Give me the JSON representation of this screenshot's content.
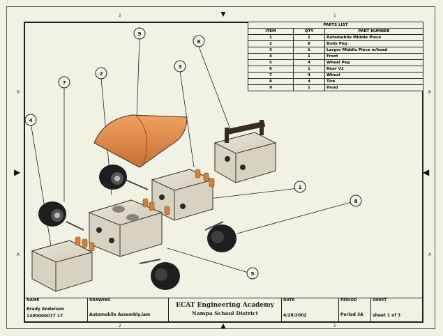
{
  "sheet": {
    "top_zones": [
      "2",
      "1"
    ],
    "bottom_zones": [
      "2",
      "1"
    ],
    "left_zones": [
      "B",
      "A"
    ],
    "right_zones": [
      "B",
      "A"
    ]
  },
  "parts_list": {
    "title": "PARTS LIST",
    "headers": [
      "ITEM",
      "QTY",
      "PART NUMBER"
    ],
    "rows": [
      [
        "1",
        "1",
        "Automobile Middle Piece"
      ],
      [
        "2",
        "8",
        "Body Peg"
      ],
      [
        "3",
        "1",
        "Larger Middle Piece w/head"
      ],
      [
        "4",
        "1",
        "Front"
      ],
      [
        "5",
        "4",
        "Wheel Peg"
      ],
      [
        "6",
        "1",
        "Rear V2"
      ],
      [
        "7",
        "4",
        "Wheel"
      ],
      [
        "8",
        "4",
        "Tire"
      ],
      [
        "9",
        "1",
        "Hood"
      ]
    ]
  },
  "balloons": [
    "9",
    "6",
    "3",
    "2",
    "7",
    "4",
    "1",
    "8",
    "5"
  ],
  "title_block": {
    "name_caption": "NAME",
    "name": "Brady Andersen",
    "id": "1300000077 17",
    "drawing_caption": "DRAWING",
    "drawing": "Automobile Assembly.iam",
    "school": "ECAT Engineering Academy",
    "district": "Nampa School District",
    "date_caption": "DATE",
    "date": "4/28/2002",
    "period_caption": "PERIOD",
    "period": "Period 3A",
    "sheet_caption": "SHEET",
    "sheet": "sheet 1 of 3"
  },
  "colors": {
    "paper": "#f1f2e4",
    "hood": "#e08a4a",
    "block": "#d9d4c4",
    "tire": "#1e1e1e",
    "peg": "#d0813f",
    "border": "#1c1c1c"
  }
}
